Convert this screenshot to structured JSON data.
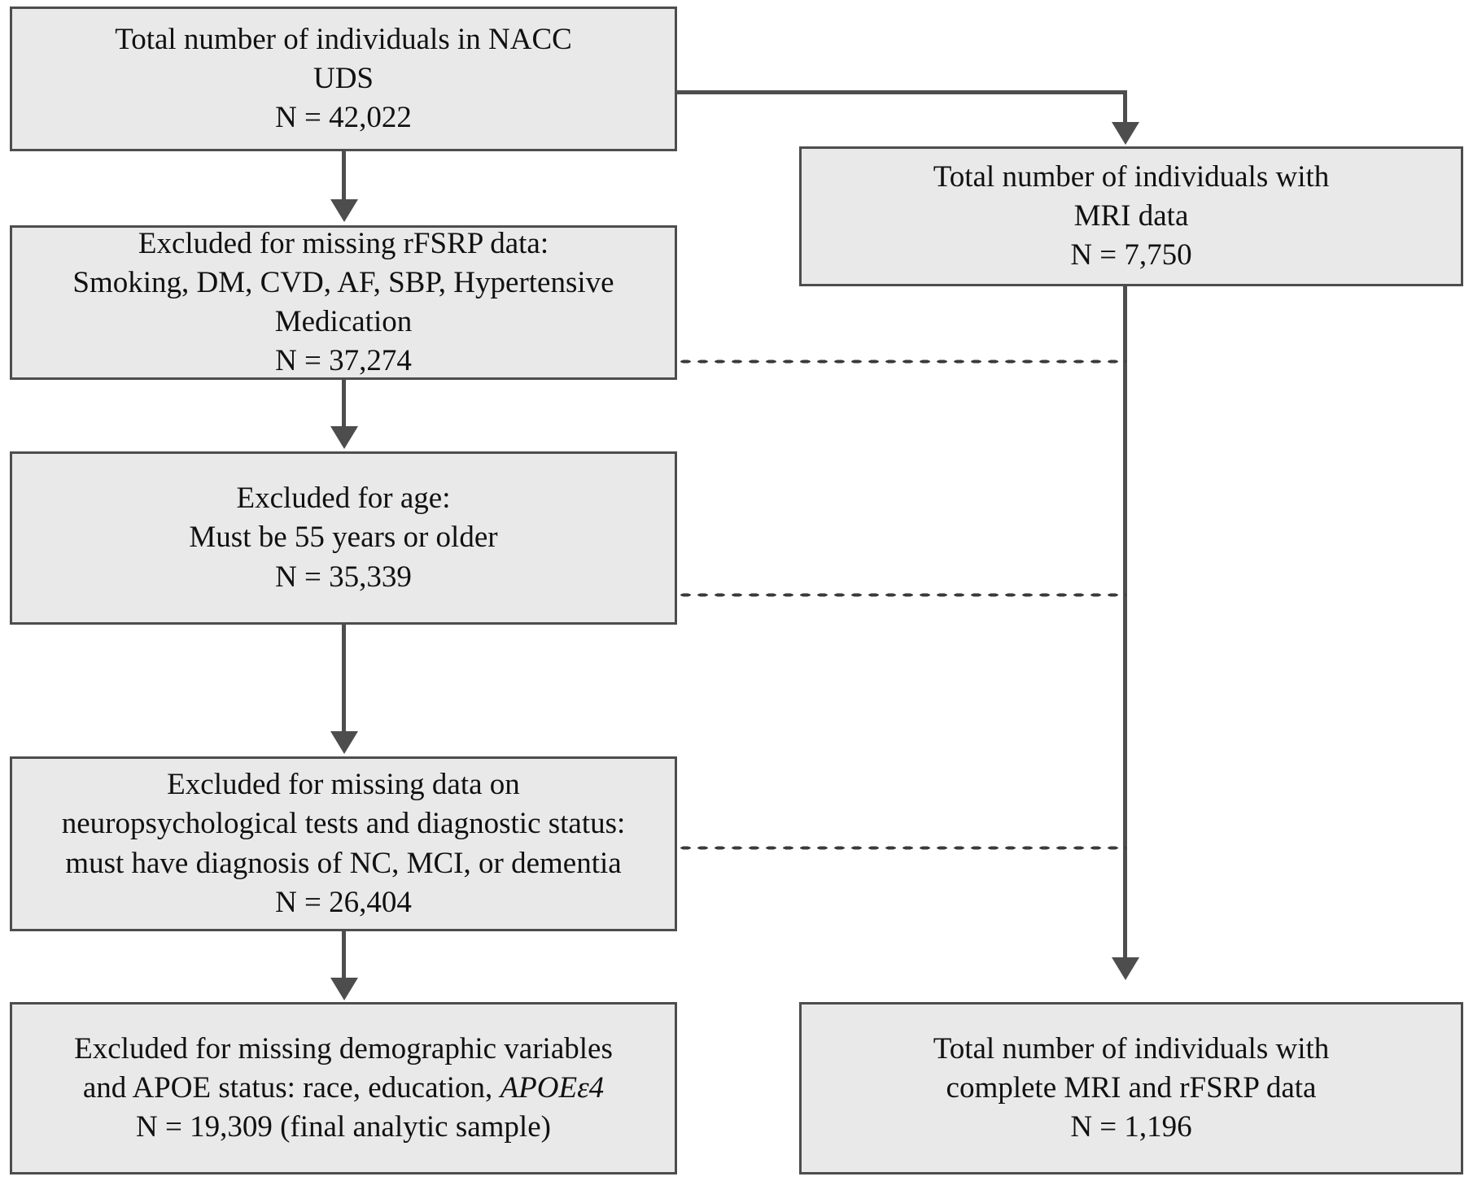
{
  "figure": {
    "type": "flowchart",
    "description": "CONSORT-style participant selection flow diagram for NACC UDS analytic sample",
    "colors": {
      "box_fill": "#e9e9e9",
      "box_border": "#4d4d4d",
      "connector": "#4d4d4d",
      "text": "#111111",
      "background": "#ffffff"
    }
  },
  "nodes": {
    "total_nacc": {
      "lines": [
        "Total number of individuals in NACC",
        "UDS",
        "N = 42,022"
      ],
      "n_label": "N = 42,022",
      "n_value": 42022
    },
    "mri_total": {
      "lines": [
        "Total number of individuals with",
        "MRI data",
        "N = 7,750"
      ],
      "n_label": "N = 7,750",
      "n_value": 7750
    },
    "excluded_rfsrp": {
      "lines": [
        "Excluded for missing rFSRP data:",
        "Smoking, DM, CVD, AF, SBP, Hypertensive",
        "Medication",
        "N = 37,274"
      ],
      "n_label": "N = 37,274",
      "n_value": 37274
    },
    "excluded_age": {
      "lines": [
        "Excluded for age:",
        "Must be 55 years or older",
        "N = 35,339"
      ],
      "n_label": "N = 35,339",
      "n_value": 35339
    },
    "excluded_neuropsych": {
      "lines": [
        "Excluded for missing data on",
        "neuropsychological tests and diagnostic status:",
        "must have diagnosis of NC, MCI, or dementia",
        "N = 26,404"
      ],
      "n_label": "N = 26,404",
      "n_value": 26404
    },
    "excluded_demographic": {
      "line1": "Excluded for missing demographic variables",
      "line2_pre": "and APOE status: race, education, ",
      "line2_italic": "APOEε4",
      "line3": "N = 19,309 (final analytic sample)",
      "n_value": 19309
    },
    "final_mri_rfsrp": {
      "lines": [
        "Total number of individuals with",
        "complete MRI and rFSRP data",
        "N = 1,196"
      ],
      "n_label": "N = 1,196",
      "n_value": 1196
    }
  },
  "connectors": {
    "elbow_to_mri": "solid-elbow-arrow",
    "down_arrows": "solid-vertical-arrow",
    "cross_links": "dotted-horizontal"
  }
}
